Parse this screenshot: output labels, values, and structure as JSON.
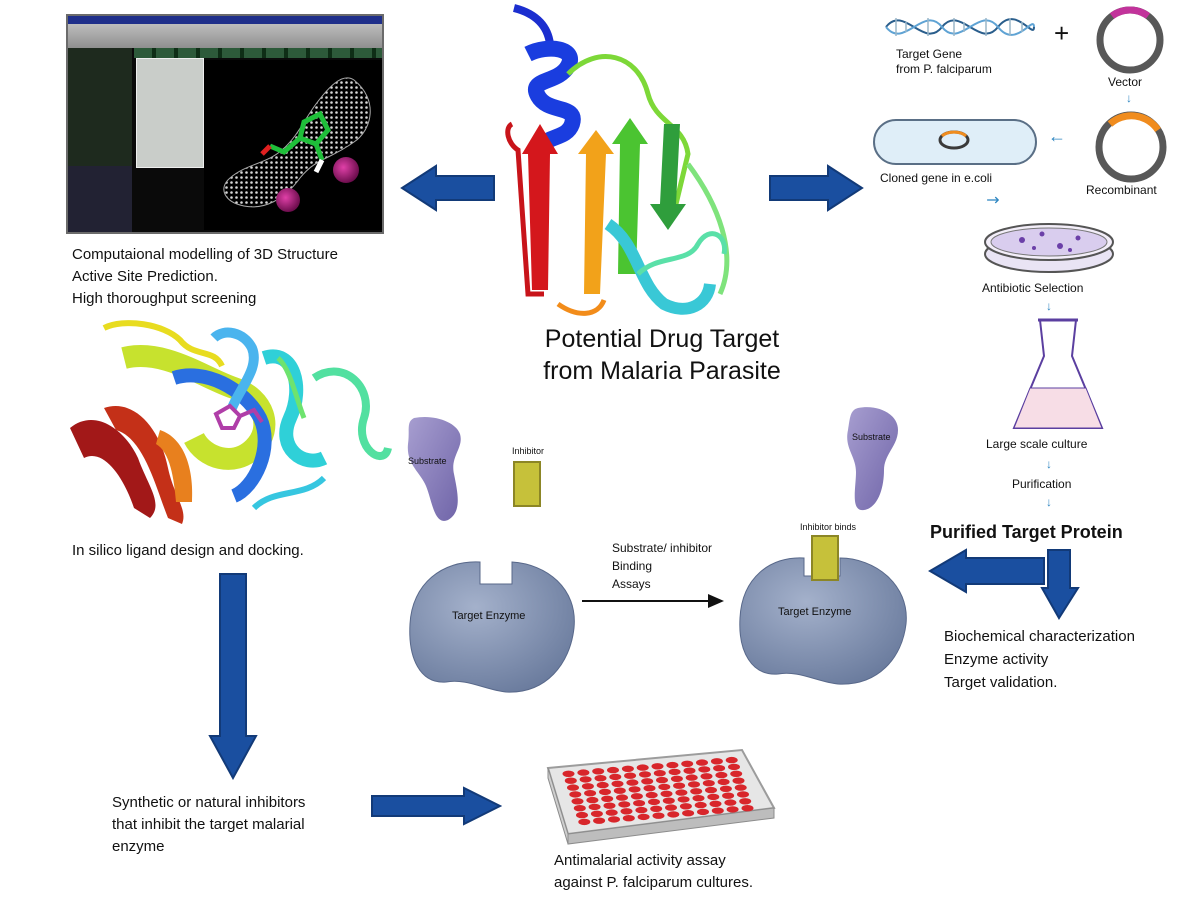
{
  "central": {
    "title_line1": "Potential Drug Target",
    "title_line2": "from Malaria Parasite"
  },
  "modelling": {
    "line1": "Computaional modelling of 3D Structure",
    "line2": "Active Site Prediction.",
    "line3": "High thoroughput screening"
  },
  "cloning": {
    "target_gene_line1": "Target Gene",
    "target_gene_line2": "from P. falciparum",
    "plus": "+",
    "vector": "Vector",
    "recombinant": "Recombinant",
    "cloned_gene": "Cloned gene in e.coli",
    "antibiotic_selection": "Antibiotic Selection",
    "large_scale_culture": "Large scale culture",
    "purification": "Purification",
    "purified_target_protein": "Purified Target Protein"
  },
  "characterization": {
    "line1": "Biochemical characterization",
    "line2": "Enzyme activity",
    "line3": "Target validation."
  },
  "docking": {
    "label": "In silico ligand design and docking."
  },
  "assay_left": {
    "substrate": "Substrate",
    "inhibitor": "Inhibitor",
    "enzyme": "Target Enzyme"
  },
  "assay_middle": {
    "line1": "Substrate/ inhibitor",
    "line2": "Binding",
    "line3": "Assays"
  },
  "assay_right": {
    "substrate": "Substrate",
    "inhibitor_binds": "Inhibitor binds",
    "enzyme": "Target Enzyme"
  },
  "inhibitors": {
    "line1": "Synthetic or natural inhibitors",
    "line2": "that inhibit the target malarial",
    "line3": "enzyme"
  },
  "antimalarial": {
    "line1": "Antimalarial activity assay",
    "line2": "against P. falciparum cultures."
  },
  "colors": {
    "arrow_blue": "#1a4fa0",
    "enzyme": "#7f8fae",
    "substrate": "#8d84bd",
    "inhibitor": "#c6c13a",
    "plate_well": "#d8262b",
    "plasmid_insert": "#c2339b",
    "recombinant_insert": "#f08c1e",
    "small_arrow": "#2e86c1"
  },
  "icons": [
    "dna-icon",
    "plasmid-icon",
    "bacterium-icon",
    "petri-dish-icon",
    "flask-icon",
    "well-plate-icon",
    "protein-ribbon-icon"
  ]
}
